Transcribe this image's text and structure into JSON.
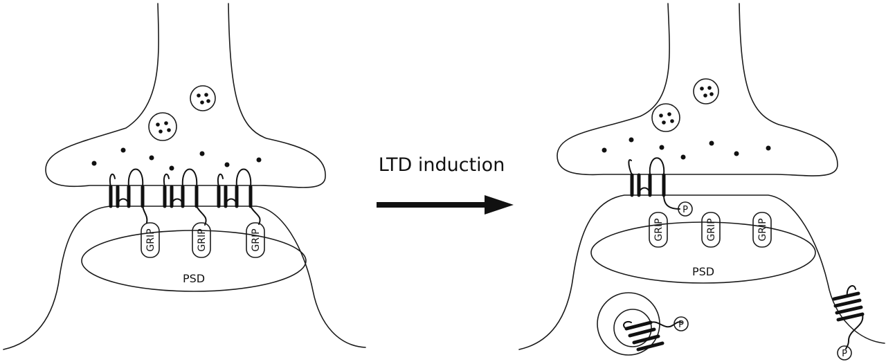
{
  "diagram": {
    "arrow_label": "LTD induction",
    "before": {
      "psd_label": "PSD",
      "grip_labels": [
        "GRIP",
        "GRIP",
        "GRIP"
      ]
    },
    "after": {
      "psd_label": "PSD",
      "grip_labels": [
        "GRIP",
        "GRIP",
        "GRIP"
      ],
      "phospho_labels": [
        "P",
        "P",
        "P"
      ]
    }
  }
}
